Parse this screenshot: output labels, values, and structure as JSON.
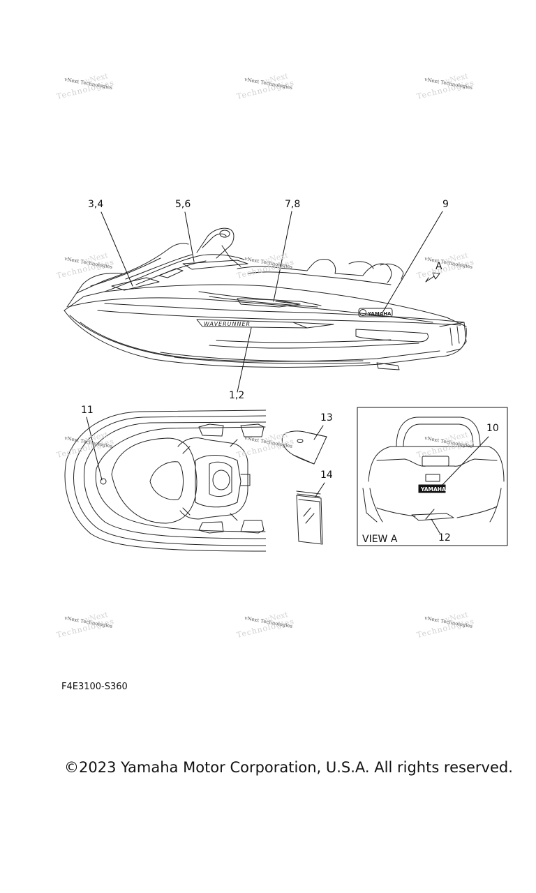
{
  "watermark": {
    "line1": "vNext Technologies",
    "line2": "Technologies",
    "line3": "vNext"
  },
  "callouts": {
    "c34": "3,4",
    "c56": "5,6",
    "c78": "7,8",
    "c9": "9",
    "cA": "A",
    "c12": "1,2",
    "c11": "11",
    "c13": "13",
    "c14": "14",
    "c10": "10",
    "c12b": "12"
  },
  "decals": {
    "waverunner": "WAVERUNNER",
    "yamaha": "YAMAHA",
    "yamaha_plate": "YAMAHA"
  },
  "view_label": "VIEW A",
  "diagram_code": "F4E3100-S360",
  "copyright": "©2023 Yamaha Motor Corporation, U.S.A. All rights reserved."
}
